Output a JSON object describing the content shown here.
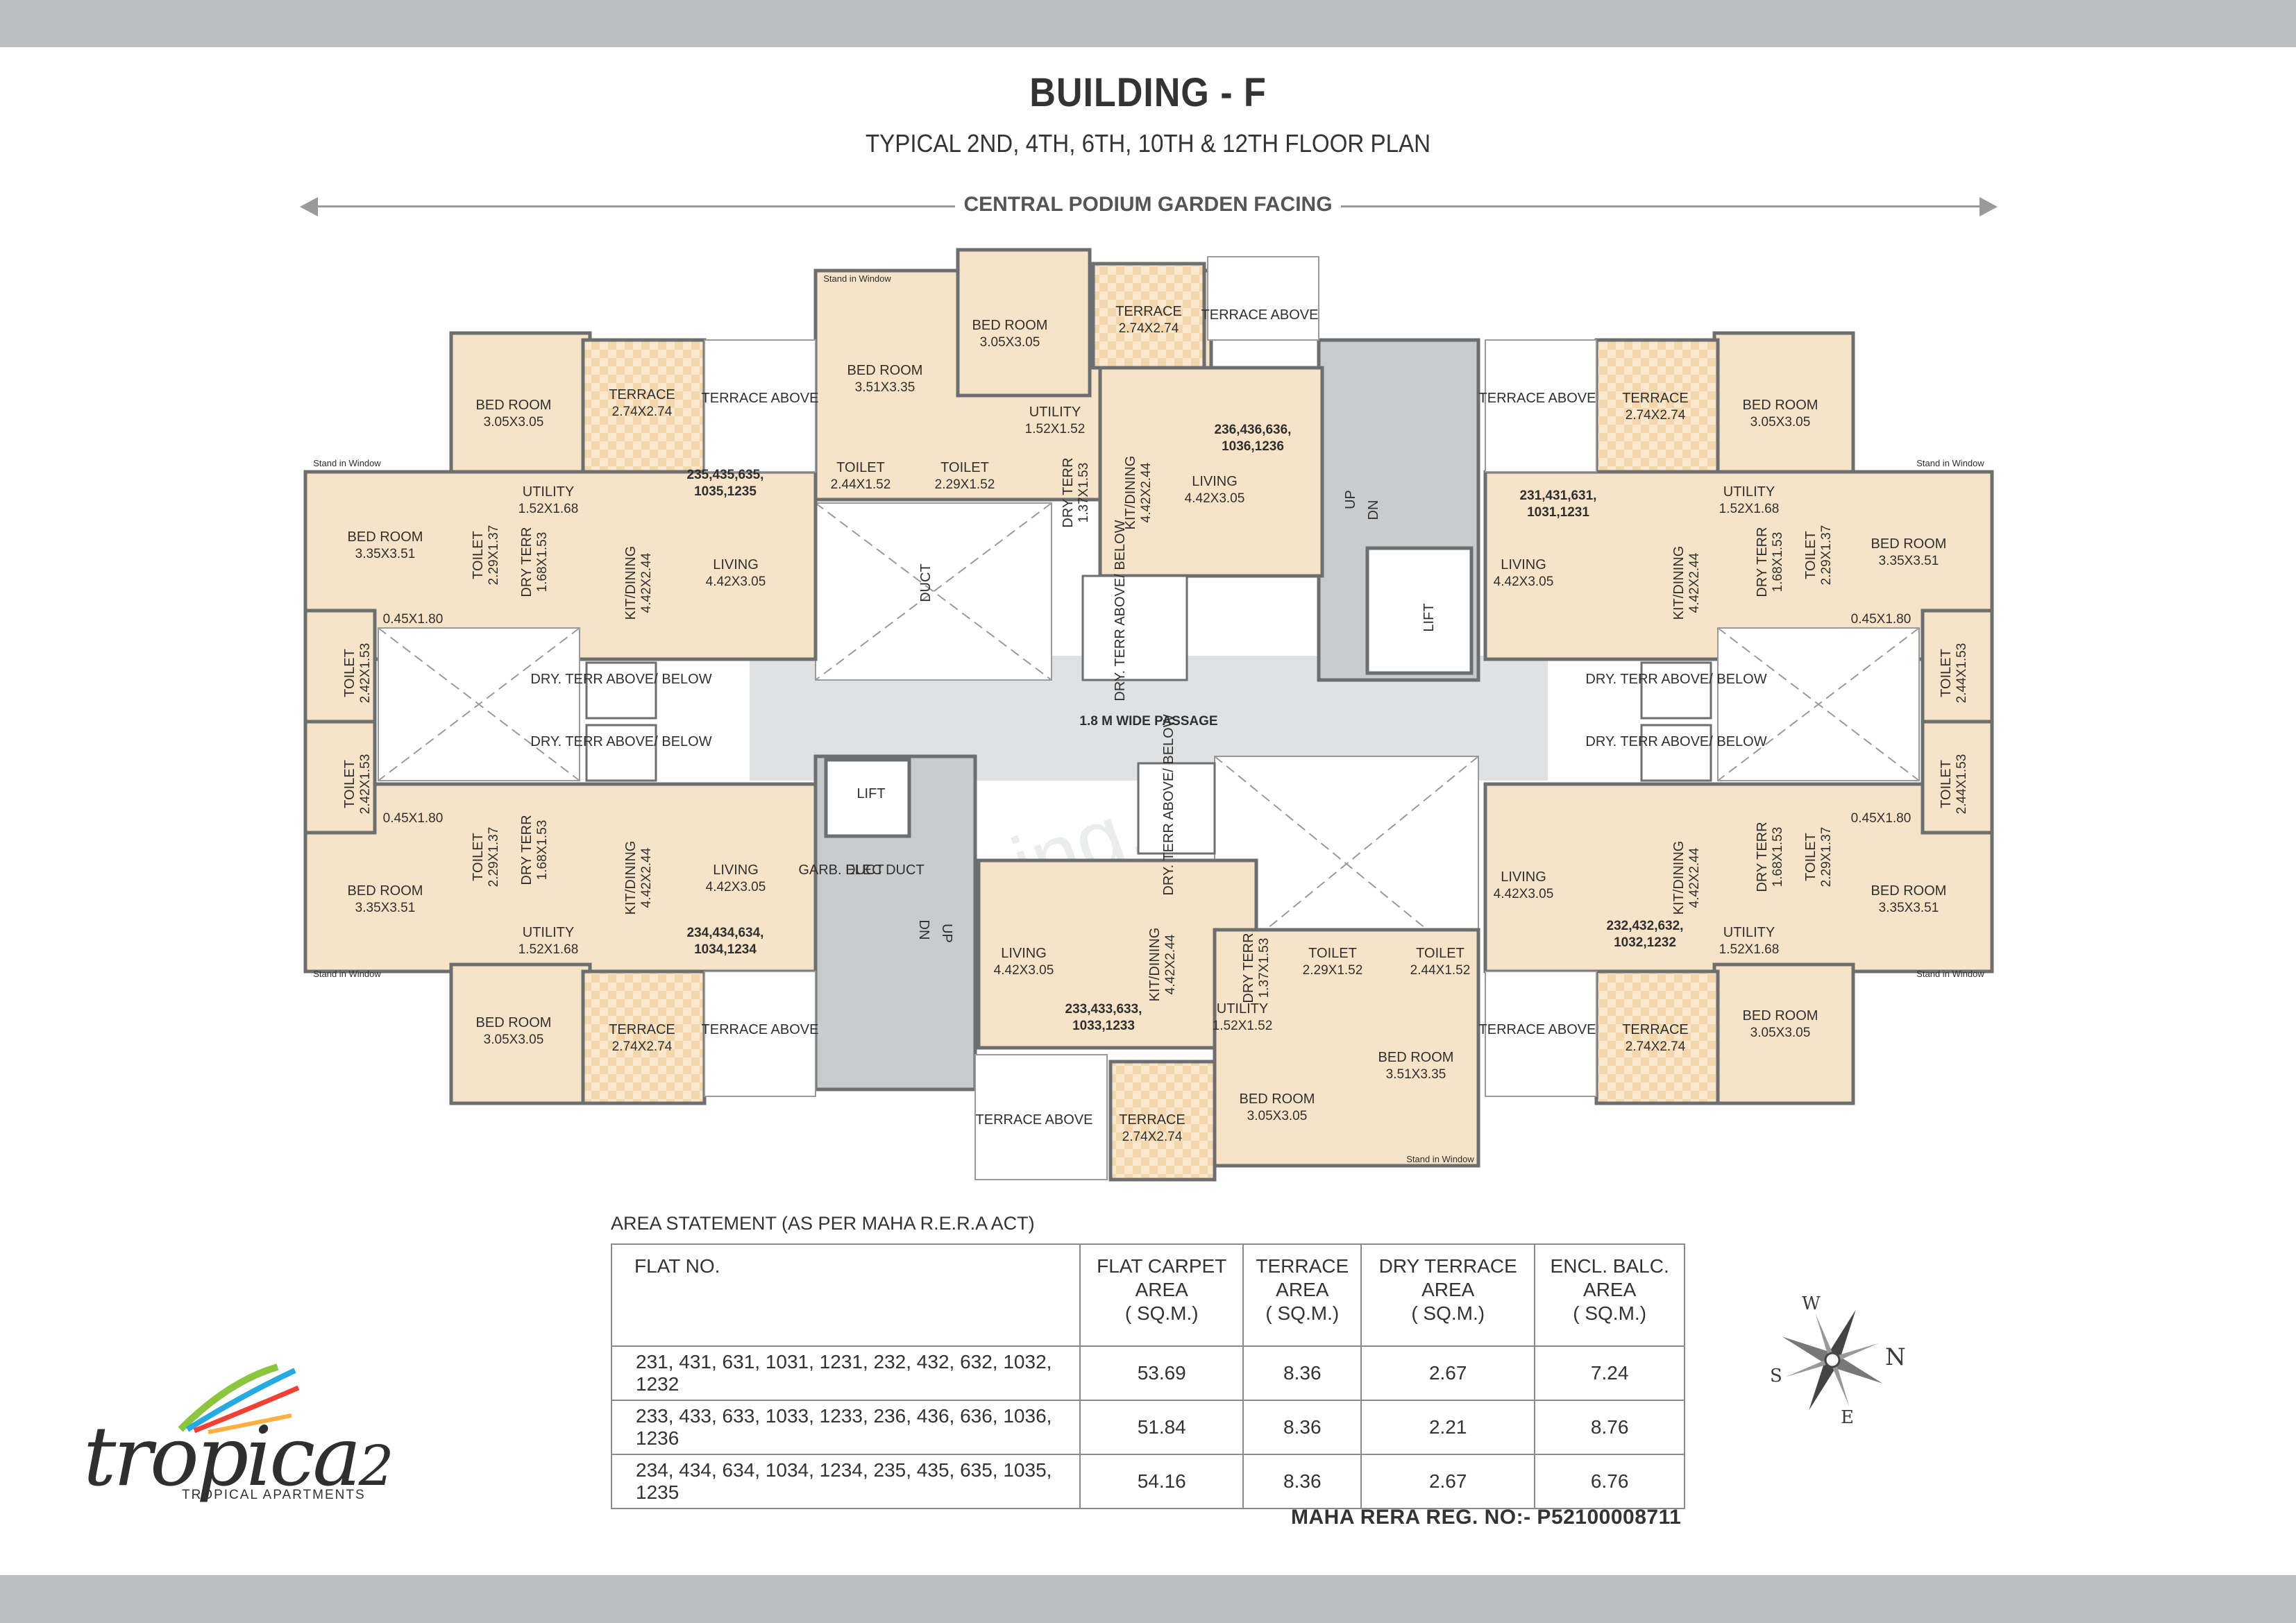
{
  "header": {
    "title": "BUILDING - F",
    "subtitle": "TYPICAL 2ND, 4TH, 6TH, 10TH & 12TH FLOOR PLAN",
    "facing": "CENTRAL PODIUM GARDEN FACING"
  },
  "watermark": "Housing.com",
  "plan": {
    "rooms": [
      {
        "label": "BED ROOM",
        "size": "3.05X3.05"
      },
      {
        "label": "TERRACE",
        "size": "2.74X2.74"
      },
      {
        "label": "TERRACE ABOVE",
        "size": ""
      },
      {
        "label": "BED ROOM",
        "size": "3.35X3.51"
      },
      {
        "label": "UTILITY",
        "size": "1.52X1.68"
      },
      {
        "label": "TOILET",
        "size": "2.29X1.37"
      },
      {
        "label": "DRY TERR",
        "size": "1.68X1.53"
      },
      {
        "label": "KIT/DINING",
        "size": "4.42X2.44"
      },
      {
        "label": "LIVING",
        "size": "4.42X3.05"
      },
      {
        "label": "235,435,635,",
        "size": "1035,1235"
      },
      {
        "label": "BED ROOM",
        "size": "3.51X3.35"
      },
      {
        "label": "BED ROOM",
        "size": "3.05X3.05"
      },
      {
        "label": "TERRACE",
        "size": "2.74X2.74"
      },
      {
        "label": "TERRACE ABOVE",
        "size": ""
      },
      {
        "label": "UTILITY",
        "size": "1.52X1.52"
      },
      {
        "label": "TOILET",
        "size": "2.44X1.52"
      },
      {
        "label": "TOILET",
        "size": "2.29X1.52"
      },
      {
        "label": "DRY TERR",
        "size": "1.37X1.53"
      },
      {
        "label": "KIT/DINING",
        "size": "4.42X2.44"
      },
      {
        "label": "236,436,636,",
        "size": "1036,1236"
      },
      {
        "label": "LIVING",
        "size": "4.42X3.05"
      },
      {
        "label": "DUCT",
        "size": ""
      },
      {
        "label": "DRY. TERR ABOVE/ BELOW",
        "size": ""
      },
      {
        "label": "LIFT",
        "size": ""
      },
      {
        "label": "1.8 M WIDE PASSAGE",
        "size": ""
      },
      {
        "label": "TERRACE ABOVE",
        "size": ""
      },
      {
        "label": "TERRACE",
        "size": "2.74X2.74"
      },
      {
        "label": "BED ROOM",
        "size": "3.05X3.05"
      },
      {
        "label": "231,431,631,",
        "size": "1031,1231"
      },
      {
        "label": "UTILITY",
        "size": "1.52X1.68"
      },
      {
        "label": "LIVING",
        "size": "4.42X3.05"
      },
      {
        "label": "KIT/DINING",
        "size": "4.42X2.44"
      },
      {
        "label": "DRY TERR",
        "size": "1.68X1.53"
      },
      {
        "label": "TOILET",
        "size": "2.29X1.37"
      },
      {
        "label": "BED ROOM",
        "size": "3.35X3.51"
      },
      {
        "label": "TOILET",
        "size": "2.42X1.53"
      },
      {
        "label": "TOILET",
        "size": "2.42X1.53"
      },
      {
        "label": "TOILET",
        "size": "2.44X1.53"
      },
      {
        "label": "TOILET",
        "size": "2.44X1.53"
      },
      {
        "label": "DRY. TERR ABOVE/ BELOW",
        "size": ""
      },
      {
        "label": "DRY. TERR ABOVE/ BELOW",
        "size": ""
      },
      {
        "label": "DRY. TERR ABOVE/ BELOW",
        "size": ""
      },
      {
        "label": "DRY. TERR ABOVE/ BELOW",
        "size": ""
      },
      {
        "label": "BED ROOM",
        "size": "3.35X3.51"
      },
      {
        "label": "TOILET",
        "size": "2.29X1.37"
      },
      {
        "label": "DRY TERR",
        "size": "1.68X1.53"
      },
      {
        "label": "KIT/DINING",
        "size": "4.42X2.44"
      },
      {
        "label": "LIVING",
        "size": "4.42X3.05"
      },
      {
        "label": "UTILITY",
        "size": "1.52X1.68"
      },
      {
        "label": "234,434,634,",
        "size": "1034,1234"
      },
      {
        "label": "BED ROOM",
        "size": "3.05X3.05"
      },
      {
        "label": "TERRACE",
        "size": "2.74X2.74"
      },
      {
        "label": "TERRACE ABOVE",
        "size": ""
      },
      {
        "label": "LIFT",
        "size": ""
      },
      {
        "label": "GARB. DUCT",
        "size": ""
      },
      {
        "label": "ELEC DUCT",
        "size": ""
      },
      {
        "label": "DRY. TERR ABOVE/ BELOW",
        "size": ""
      },
      {
        "label": "LIVING",
        "size": "4.42X3.05"
      },
      {
        "label": "KIT/DINING",
        "size": "4.42X2.44"
      },
      {
        "label": "233,433,633,",
        "size": "1033,1233"
      },
      {
        "label": "DRY TERR",
        "size": "1.37X1.53"
      },
      {
        "label": "TOILET",
        "size": "2.29X1.52"
      },
      {
        "label": "TOILET",
        "size": "2.44X1.52"
      },
      {
        "label": "UTILITY",
        "size": "1.52X1.52"
      },
      {
        "label": "BED ROOM",
        "size": "3.51X3.35"
      },
      {
        "label": "BED ROOM",
        "size": "3.05X3.05"
      },
      {
        "label": "TERRACE",
        "size": "2.74X2.74"
      },
      {
        "label": "TERRACE ABOVE",
        "size": ""
      },
      {
        "label": "LIVING",
        "size": "4.42X3.05"
      },
      {
        "label": "KIT/DINING",
        "size": "4.42X2.44"
      },
      {
        "label": "DRY TERR",
        "size": "1.68X1.53"
      },
      {
        "label": "TOILET",
        "size": "2.29X1.37"
      },
      {
        "label": "BED ROOM",
        "size": "3.35X3.51"
      },
      {
        "label": "232,432,632,",
        "size": "1032,1232"
      },
      {
        "label": "UTILITY",
        "size": "1.52X1.68"
      },
      {
        "label": "TERRACE ABOVE",
        "size": ""
      },
      {
        "label": "TERRACE",
        "size": "2.74X2.74"
      },
      {
        "label": "BED ROOM",
        "size": "3.05X3.05"
      }
    ],
    "balconies": [
      "0.45X1.80",
      "0.45X1.80",
      "0.45X1.80",
      "0.45X1.80"
    ],
    "window_labels": [
      "Stand in Window",
      "Stand in Window",
      "Stand in Window",
      "Stand in Window",
      "Stand in Window",
      "Stand in Window"
    ],
    "stair_labels": [
      "UP",
      "DN",
      "DN",
      "UP"
    ]
  },
  "area_statement": {
    "caption": "AREA STATEMENT (AS PER MAHA R.E.R.A ACT)",
    "headers": {
      "flat": "FLAT NO.",
      "carpet": [
        "FLAT CARPET",
        "AREA",
        "( SQ.M.)"
      ],
      "terrace": [
        "TERRACE",
        "AREA",
        "( SQ.M.)"
      ],
      "dry": [
        "DRY TERRACE",
        "AREA",
        "( SQ.M.)"
      ],
      "balc": [
        "ENCL. BALC.",
        "AREA",
        "( SQ.M.)"
      ]
    },
    "rows": [
      {
        "flats": "231, 431, 631, 1031, 1231,  232, 432, 632, 1032, 1232",
        "carpet": "53.69",
        "terrace": "8.36",
        "dry": "2.67",
        "balc": "7.24"
      },
      {
        "flats": "233, 433, 633, 1033, 1233,  236, 436, 636, 1036, 1236",
        "carpet": "51.84",
        "terrace": "8.36",
        "dry": "2.21",
        "balc": "8.76"
      },
      {
        "flats": "234, 434, 634, 1034, 1234,  235, 435, 635, 1035, 1235",
        "carpet": "54.16",
        "terrace": "8.36",
        "dry": "2.67",
        "balc": "6.76"
      }
    ]
  },
  "rera": "MAHA RERA REG. NO:- P52100008711",
  "logo": {
    "word": "tropica",
    "number": "2",
    "tagline": "TROPICAL APARTMENTS"
  },
  "compass": {
    "n": "N",
    "s": "S",
    "e": "E",
    "w": "W"
  },
  "colors": {
    "room": "#f7e4c8",
    "wall": "#6d6e70",
    "band": "#bcbec0",
    "core": "#c9cbcd",
    "passage": "#dfe1e2",
    "terrace_check": "#f9dfb8"
  }
}
